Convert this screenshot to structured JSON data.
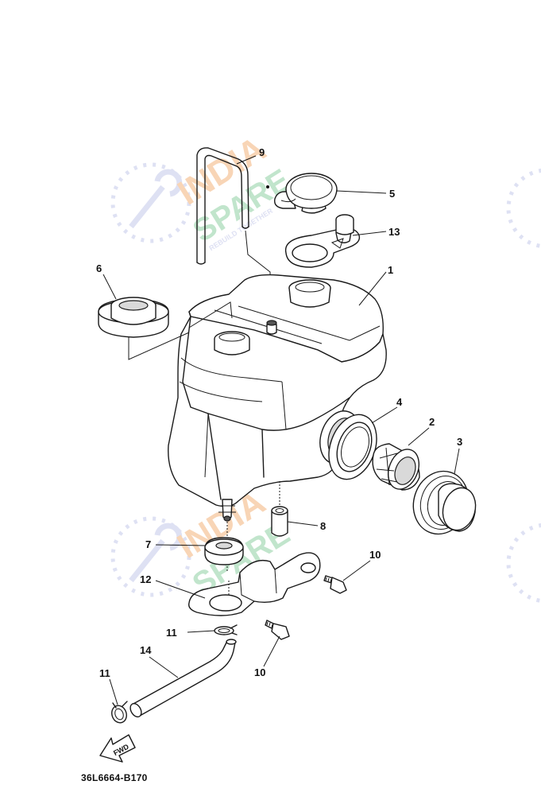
{
  "diagram_code": "36L6664-B170",
  "direction_label": "FWD",
  "watermark": {
    "line1": "INDIA",
    "line2": "SPARE",
    "tagline": "REBUILD TOGETHER",
    "color_orange": "#f3b27a",
    "color_green": "#8fcfa3",
    "color_blue": "#c4c8ea"
  },
  "callouts": [
    {
      "id": "9",
      "label": "9",
      "part": "breather hose"
    },
    {
      "id": "5",
      "label": "5",
      "part": "tank cap"
    },
    {
      "id": "13",
      "label": "13",
      "part": "cap strap"
    },
    {
      "id": "1",
      "label": "1",
      "part": "oil tank"
    },
    {
      "id": "6",
      "label": "6",
      "part": "grommet"
    },
    {
      "id": "4",
      "label": "4",
      "part": "gasket"
    },
    {
      "id": "2",
      "label": "2",
      "part": "strainer"
    },
    {
      "id": "3",
      "label": "3",
      "part": "level gauge"
    },
    {
      "id": "8",
      "label": "8",
      "part": "collar"
    },
    {
      "id": "7",
      "label": "7",
      "part": "grommet"
    },
    {
      "id": "10a",
      "label": "10",
      "part": "bolt"
    },
    {
      "id": "12",
      "label": "12",
      "part": "bracket"
    },
    {
      "id": "11a",
      "label": "11",
      "part": "clip"
    },
    {
      "id": "10b",
      "label": "10",
      "part": "bolt"
    },
    {
      "id": "14",
      "label": "14",
      "part": "oil hose"
    },
    {
      "id": "11b",
      "label": "11",
      "part": "clip"
    }
  ]
}
